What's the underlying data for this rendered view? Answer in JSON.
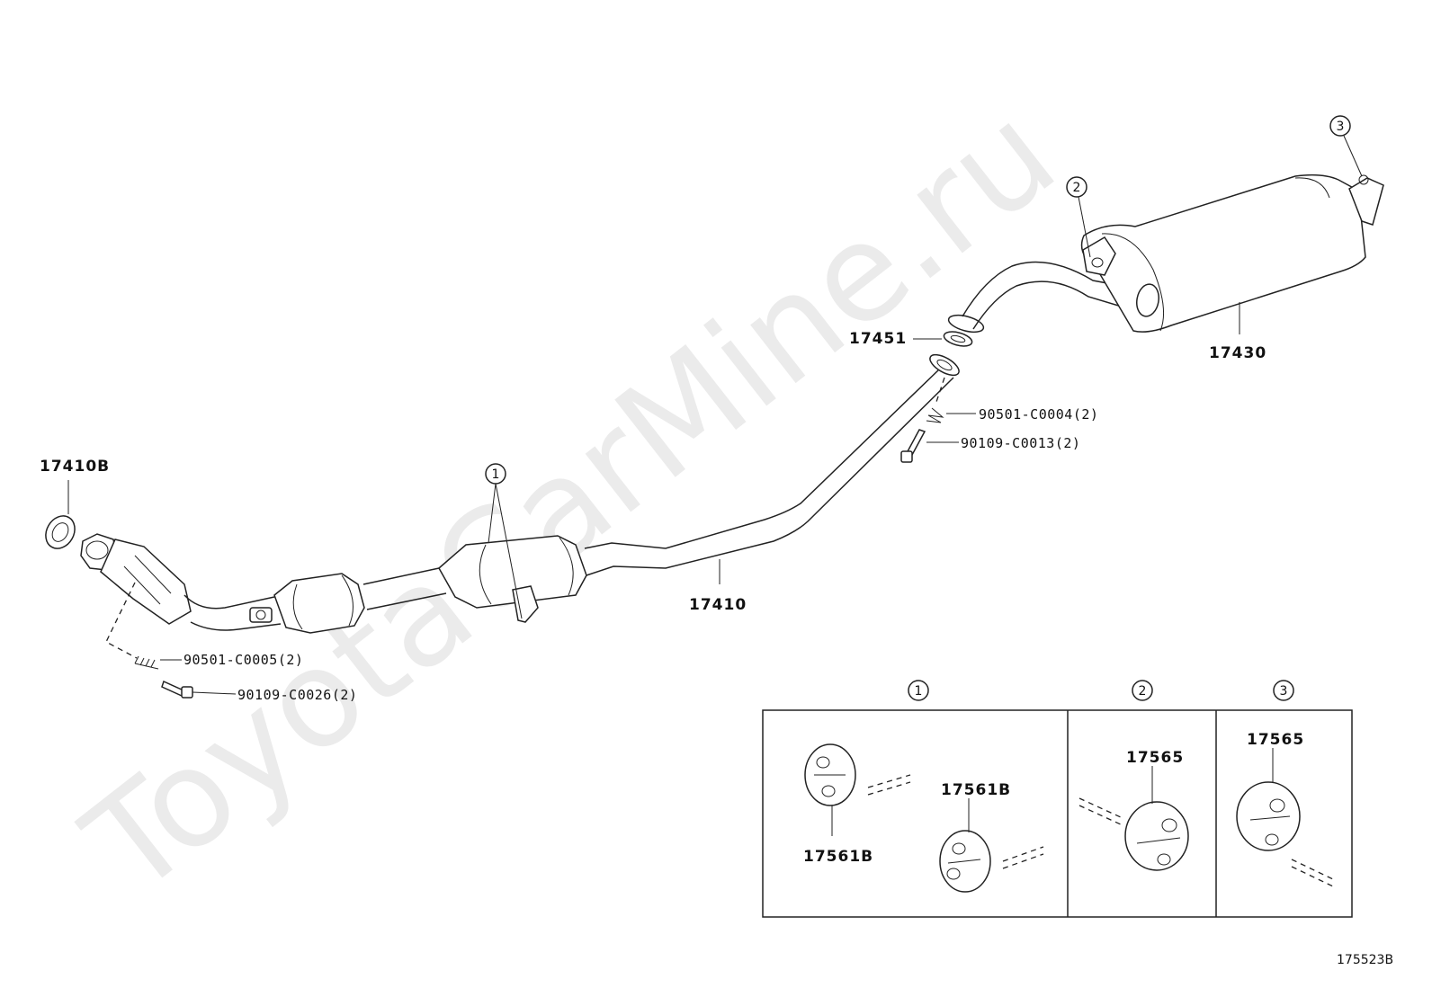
{
  "watermark": "ToyotaCarMine.ru",
  "diagram_ref": "175523B",
  "parts": {
    "p17410B": "17410B",
    "p17410": "17410",
    "p17451": "17451",
    "p17430": "17430",
    "f90501_c0005": "90501-C0005(2)",
    "f90109_c0026": "90109-C0026(2)",
    "f90501_c0004": "90501-C0004(2)",
    "f90109_c0013": "90109-C0013(2)"
  },
  "callouts": {
    "c1": "1",
    "c2": "2",
    "c3": "3"
  },
  "detail_box": {
    "header1": "1",
    "header2": "2",
    "header3": "3",
    "hanger_a": "17561B",
    "hanger_b": "17561B",
    "hanger_c": "17565",
    "hanger_d": "17565"
  }
}
